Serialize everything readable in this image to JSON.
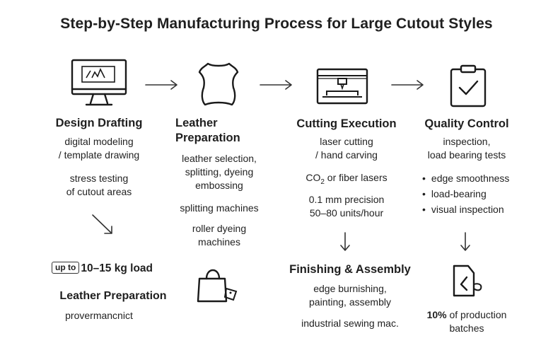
{
  "title": "Step-by-Step Manufacturing Process for Large Cutout Styles",
  "steps": {
    "design": {
      "icon": "monitor-icon",
      "heading": "Design Drafting",
      "line1": "digital modeling",
      "line2": "/ template drawing",
      "line3": "stress testing",
      "line4": "of cutout areas"
    },
    "leather": {
      "icon": "leather-hide-icon",
      "heading1": "Leather",
      "heading2": "Preparation",
      "line1": "leather selection,",
      "line2": "splitting, dyeing",
      "line3": "embossing",
      "line4": "splitting machines",
      "line5": "roller dyeing",
      "line6": "machines"
    },
    "cutting": {
      "icon": "laser-cutter-icon",
      "heading": "Cutting Execution",
      "line1": "laser cutting",
      "line2": "/ hand carving",
      "co2_main": "CO",
      "co2_sub": "2",
      "co2_rest": " or fiber lasers",
      "line4": "0.1 mm precision",
      "line5": "50–80 units/hour"
    },
    "quality": {
      "icon": "clipboard-check-icon",
      "heading": "Quality Control",
      "line1": "inspection,",
      "line2": "load bearing tests",
      "bullets": [
        "edge smoothness",
        "load-bearing",
        "visual inspection"
      ]
    },
    "finishing": {
      "heading": "Finishing & Assembly",
      "line1": "edge burnishing,",
      "line2": "painting, assembly",
      "line3": "industrial sewing mac."
    }
  },
  "bottom_left": {
    "badge": "up to",
    "load": "10–15 kg load",
    "heading": "Leather Preparation",
    "text": "provermancnict"
  },
  "bottom_middle": {
    "icon": "handbag-icon"
  },
  "bottom_right": {
    "icon": "tag-icon",
    "percent": "10%",
    "rest": " of production",
    "line2": "batches"
  }
}
